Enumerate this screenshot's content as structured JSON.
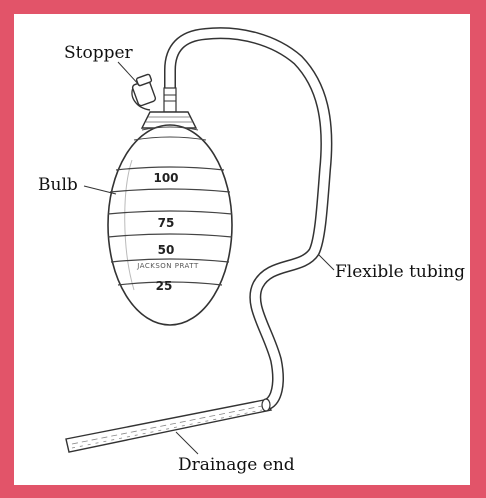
{
  "border_color": "#e25469",
  "labels": {
    "stopper": "Stopper",
    "bulb": "Bulb",
    "flexible_tubing": "Flexible tubing",
    "drainage_end": "Drainage end"
  },
  "bulb_markings": {
    "m100": "100",
    "m75": "75",
    "m50": "50",
    "m25": "25",
    "brand": "JACKSON PRATT"
  }
}
